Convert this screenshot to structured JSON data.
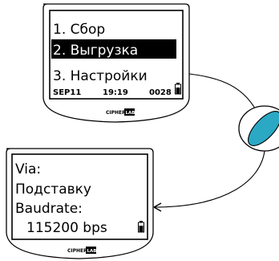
{
  "device_top": {
    "menu": [
      {
        "label": "1. Сбор",
        "selected": false
      },
      {
        "label": "2. Выгрузка",
        "selected": true
      },
      {
        "label": "3. Настройки",
        "selected": false
      }
    ],
    "status": {
      "date": "SEP11",
      "time": "19:19",
      "count": "0028"
    },
    "brand": "CIPHER",
    "brand_badge": "LAB"
  },
  "device_bottom": {
    "lines": [
      "Via:",
      "Подставку",
      "Baudrate:",
      "115200 bps"
    ],
    "brand": "CIPHER",
    "brand_badge": "LAB"
  },
  "colors": {
    "cradle_fill": "#2aa8c4",
    "ink": "#000000",
    "background": "#ffffff"
  },
  "icons": [
    "battery-icon",
    "cradle-icon",
    "arrow-icon"
  ]
}
